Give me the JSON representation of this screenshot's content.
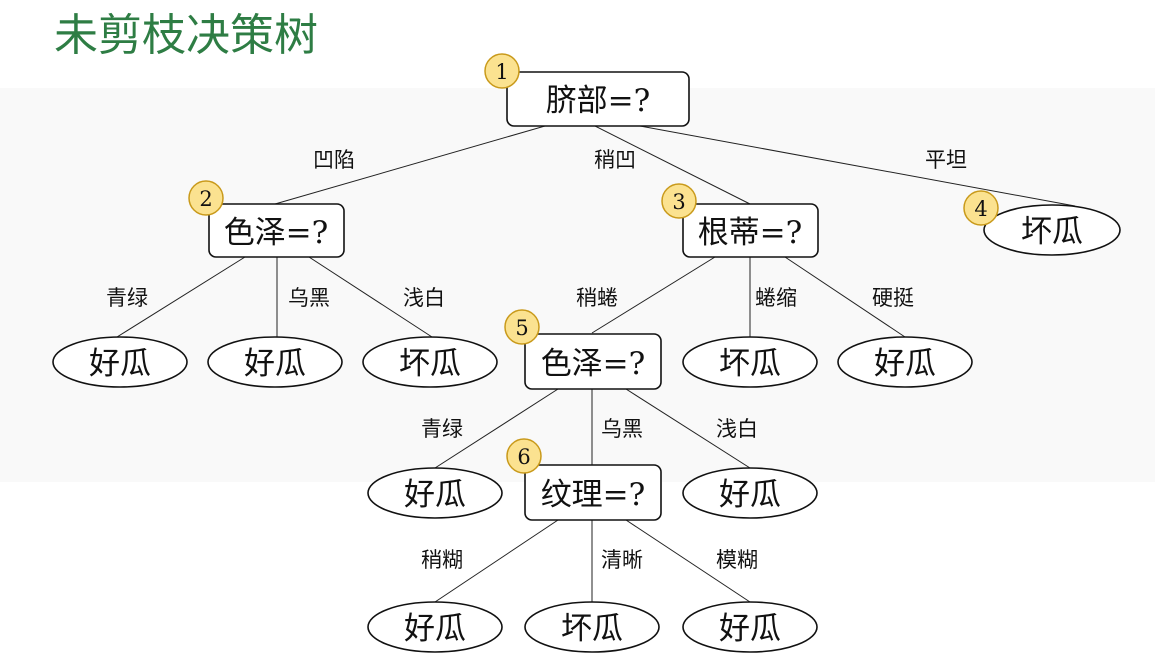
{
  "title": "未剪枝决策树",
  "nodes": {
    "root": {
      "badge": "1",
      "label": "脐部=?"
    },
    "n2": {
      "badge": "2",
      "label": "色泽=?"
    },
    "n3": {
      "badge": "3",
      "label": "根蒂=?"
    },
    "n4": {
      "badge": "4",
      "label": "坏瓜"
    },
    "n5": {
      "badge": "5",
      "label": "色泽=?"
    },
    "n6": {
      "badge": "6",
      "label": "纹理=?"
    }
  },
  "leaves": {
    "l2a": "好瓜",
    "l2b": "好瓜",
    "l2c": "坏瓜",
    "l3b": "坏瓜",
    "l3c": "好瓜",
    "l5a": "好瓜",
    "l5c": "好瓜",
    "l6a": "好瓜",
    "l6b": "坏瓜",
    "l6c": "好瓜"
  },
  "edges": {
    "root_n2": "凹陷",
    "root_n3": "稍凹",
    "root_n4": "平坦",
    "n2_a": "青绿",
    "n2_b": "乌黑",
    "n2_c": "浅白",
    "n3_n5": "稍蜷",
    "n3_b": "蜷缩",
    "n3_c": "硬挺",
    "n5_a": "青绿",
    "n5_n6": "乌黑",
    "n5_c": "浅白",
    "n6_a": "稍糊",
    "n6_b": "清晰",
    "n6_c": "模糊"
  },
  "colors": {
    "title": "#2e7d44",
    "badge_fill": "#fbe290",
    "badge_stroke": "#c99a1b"
  }
}
